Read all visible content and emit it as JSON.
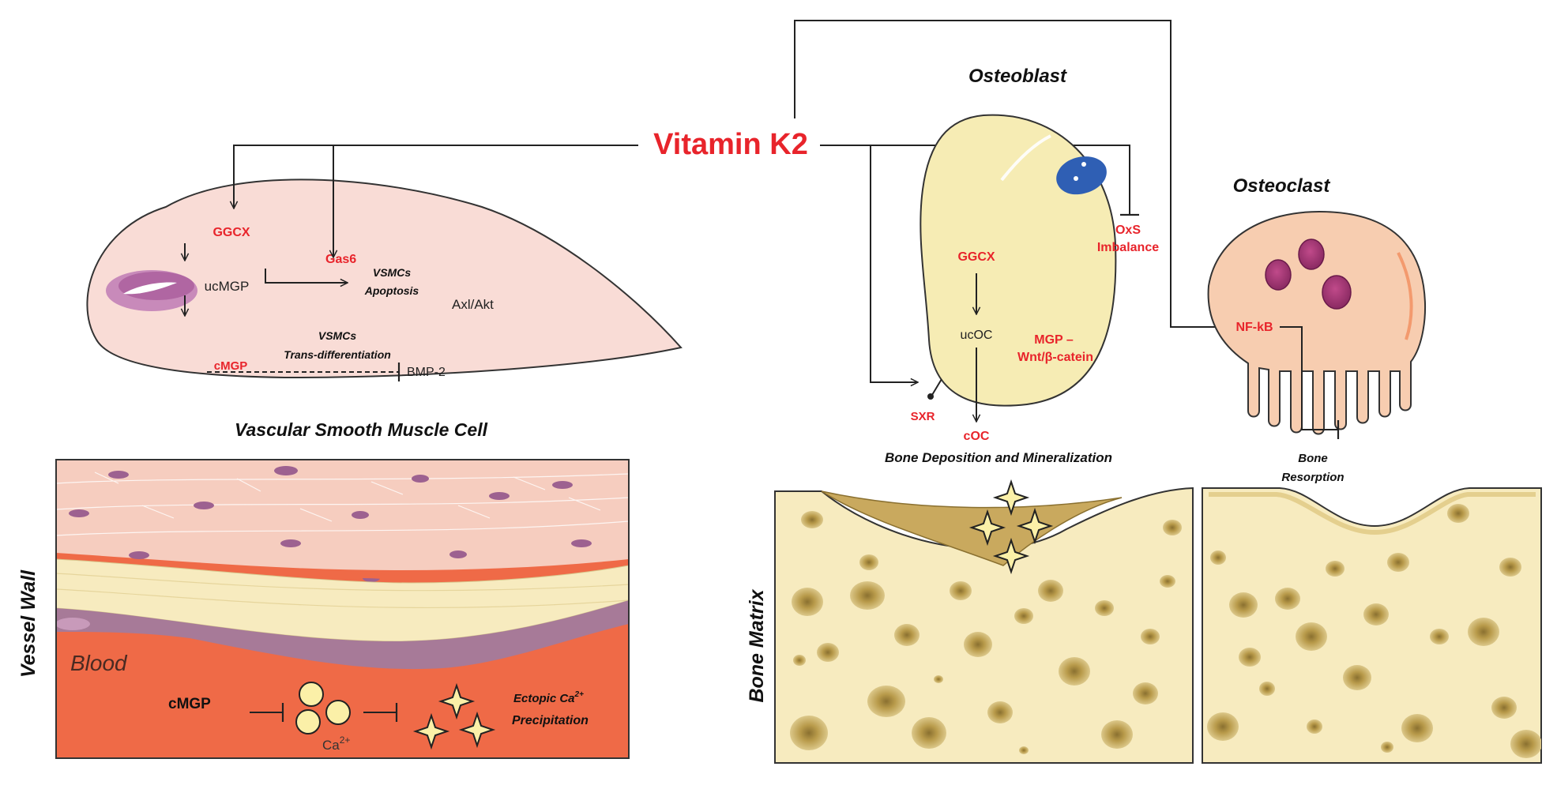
{
  "title": "Vitamin K2",
  "vsmc": {
    "cell_title": "Vascular Smooth Muscle Cell",
    "ggcx": "GGCX",
    "ucmgp": "ucMGP",
    "cmgp": "cMGP",
    "gas6": "Gas6",
    "apoptosis_1": "VSMCs",
    "apoptosis_2": "Apoptosis",
    "axl": "Axl/Akt",
    "transdiff_1": "VSMCs",
    "transdiff_2": "Trans-differentiation",
    "bmp2": "BMP-2"
  },
  "vessel": {
    "side_label": "Vessel Wall",
    "blood": "Blood",
    "cmgp": "cMGP",
    "ca": "Ca",
    "ca_sup": "2+",
    "ectopic_1": "Ectopic Ca",
    "ectopic_sup": "2+",
    "ectopic_2": "Precipitation"
  },
  "osteoblast": {
    "title": "Osteoblast",
    "ggcx": "GGCX",
    "ucoc": "ucOC",
    "coc": "cOC",
    "mgp_1": "MGP –",
    "mgp_2": "Wnt/β-catein",
    "oxs_1": "OxS",
    "oxs_2": "Imbalance",
    "sxr": "SXR",
    "deposition": "Bone Deposition and Mineralization"
  },
  "osteoclast": {
    "title": "Osteoclast",
    "nfkb": "NF-kB",
    "resorption_1": "Bone",
    "resorption_2": "Resorption"
  },
  "bone": {
    "side_label": "Bone Matrix"
  },
  "colors": {
    "accent_red": "#e8242b",
    "cell_pink": "#f9dcd6",
    "bone_cream": "#f7ebbf",
    "blood": "#ef6a47",
    "osteoblast_yellow": "#f6ecb4",
    "osteoclast_peach": "#f7cdb0"
  }
}
